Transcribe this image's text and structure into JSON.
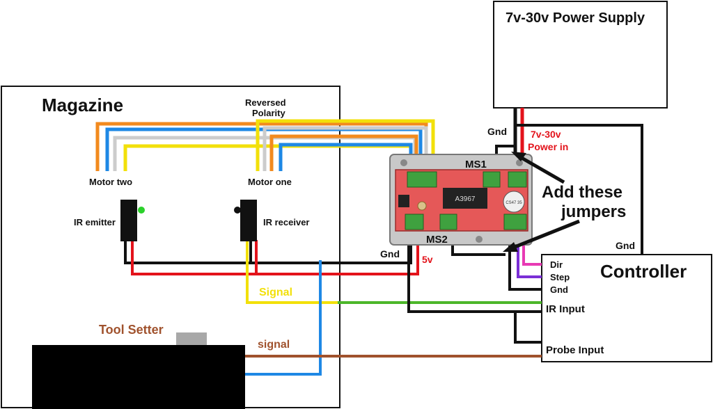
{
  "colors": {
    "orange": "#f28a1e",
    "blue": "#1e88e5",
    "white_wire": "#cccccc",
    "yellow": "#f2e00a",
    "black": "#111111",
    "red": "#e3131b",
    "green": "#4cb72a",
    "brown": "#a0522d",
    "magenta": "#e83ab4",
    "purple": "#7b2fd6",
    "board": "#e55858",
    "terminal": "#3fa13f"
  },
  "boxes": {
    "magazine": "Magazine",
    "power_supply": "7v-30v Power Supply",
    "controller": "Controller"
  },
  "labels": {
    "reversed_polarity_1": "Reversed",
    "reversed_polarity_2": "Polarity",
    "motor_two": "Motor two",
    "motor_one": "Motor one",
    "ir_emitter": "IR emitter",
    "ir_receiver": "IR receiver",
    "signal_yellow": "Signal",
    "tool_setter": "Tool Setter",
    "signal_brown": "signal",
    "gnd_left": "Gnd",
    "five_v": "5v",
    "gnd_top": "Gnd",
    "power_in_1": "7v-30v",
    "power_in_2": "Power in",
    "gnd_right": "Gnd",
    "ms1": "MS1",
    "ms2": "MS2",
    "add_jumpers_1": "Add these",
    "add_jumpers_2": "jumpers",
    "chip": "A3967",
    "capacitor": "CS47 35"
  },
  "controller_pins": {
    "dir": "Dir",
    "step": "Step",
    "gnd": "Gnd",
    "ir_input": "IR Input",
    "probe_input": "Probe Input"
  }
}
